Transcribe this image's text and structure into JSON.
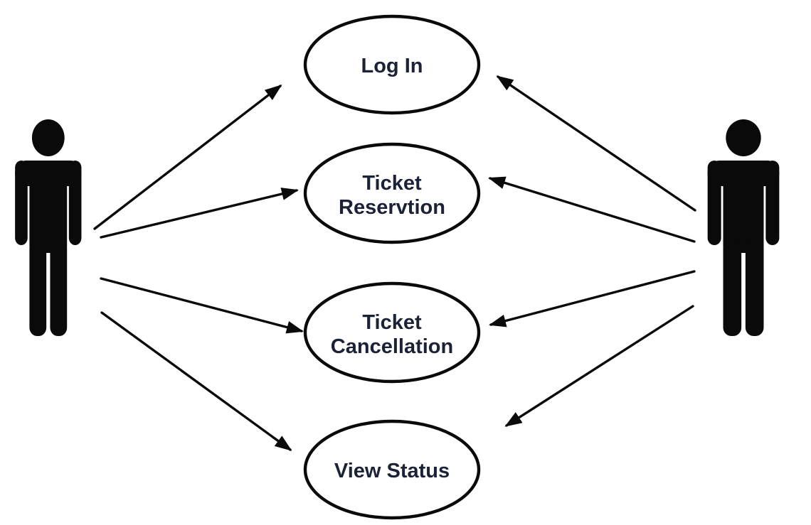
{
  "diagram": {
    "type": "uml-use-case-diagram",
    "background_color": "#ffffff",
    "ink_color": "#0a0a0a",
    "label_color": "#1b2136",
    "actors": [
      {
        "id": "left-actor",
        "side": "left"
      },
      {
        "id": "right-actor",
        "side": "right"
      }
    ],
    "usecases": [
      {
        "id": "log-in",
        "label": "Log In",
        "lines": [
          "Log In"
        ]
      },
      {
        "id": "ticket-reservation",
        "label": "Ticket Reservtion",
        "lines": [
          "Ticket",
          "Reservtion"
        ]
      },
      {
        "id": "ticket-cancellation",
        "label": "Ticket Cancellation",
        "lines": [
          "Ticket",
          "Cancellation"
        ]
      },
      {
        "id": "view-status",
        "label": "View Status",
        "lines": [
          "View Status"
        ]
      }
    ],
    "connections": [
      {
        "from": "left-actor",
        "to": "log-in",
        "arrowhead": "at-usecase"
      },
      {
        "from": "left-actor",
        "to": "ticket-reservation",
        "arrowhead": "at-usecase"
      },
      {
        "from": "left-actor",
        "to": "ticket-cancellation",
        "arrowhead": "at-usecase"
      },
      {
        "from": "left-actor",
        "to": "view-status",
        "arrowhead": "at-usecase"
      },
      {
        "from": "right-actor",
        "to": "log-in",
        "arrowhead": "at-usecase"
      },
      {
        "from": "right-actor",
        "to": "ticket-reservation",
        "arrowhead": "at-usecase"
      },
      {
        "from": "right-actor",
        "to": "ticket-cancellation",
        "arrowhead": "at-usecase"
      },
      {
        "from": "right-actor",
        "to": "view-status",
        "arrowhead": "at-usecase"
      }
    ]
  }
}
